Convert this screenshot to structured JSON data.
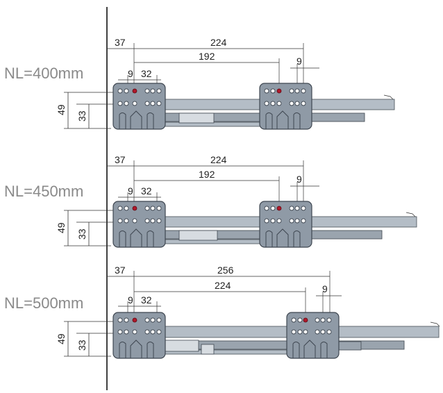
{
  "variants": [
    {
      "label": "NL=400mm",
      "dims": {
        "d37": "37",
        "outer": "224",
        "inner": "192",
        "d9": "9",
        "d32": "32",
        "d9r": "9",
        "h49": "49",
        "h33": "33"
      }
    },
    {
      "label": "NL=450mm",
      "dims": {
        "d37": "37",
        "outer": "224",
        "inner": "192",
        "d9": "9",
        "d32": "32",
        "d9r": "9",
        "h49": "49",
        "h33": "33"
      }
    },
    {
      "label": "NL=500mm",
      "dims": {
        "d37": "37",
        "outer": "256",
        "inner": "224",
        "d9": "9",
        "d32": "32",
        "d9r": "9",
        "h49": "49",
        "h33": "33"
      }
    }
  ],
  "colors": {
    "bracket": "#8f9aa6",
    "rail": "#b4bdc6",
    "marker": "#b0182a",
    "label": "#8a8a8a"
  }
}
